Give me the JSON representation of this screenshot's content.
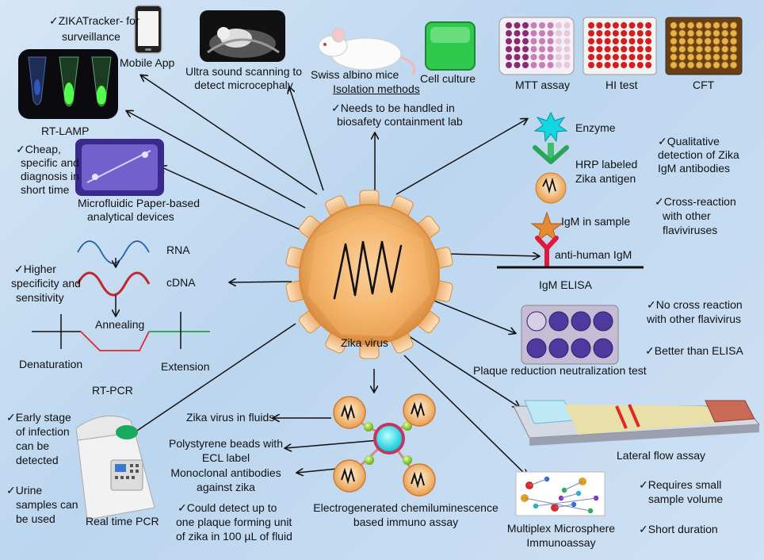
{
  "center": {
    "label": "Zika virus"
  },
  "tl": {
    "zikatracker_1": "✓ZIKATracker- for",
    "zikatracker_2": "surveillance",
    "mobile_app": "Mobile App",
    "ultrasound_1": "Ultra sound scanning to",
    "ultrasound_2": "detect microcephaly",
    "rtlamp": "RT-LAMP",
    "cheap_1": "✓Cheap,",
    "cheap_2": "specific and",
    "cheap_3": "diagnosis in",
    "cheap_4": "short time",
    "micro_1": "Microfluidic Paper-based",
    "micro_2": "analytical devices"
  },
  "top": {
    "mice": "Swiss albino mice",
    "cell": "Cell culture",
    "isolation": "Isolation methods",
    "needs_1": "✓Needs to be handled in",
    "needs_2": "biosafety containment lab",
    "mtt": "MTT assay",
    "hi": "HI test",
    "cft": "CFT"
  },
  "elisa": {
    "enzyme": "Enzyme",
    "hrp_1": "HRP labeled",
    "hrp_2": "Zika antigen",
    "igm_sample": "IgM in sample",
    "anti": "anti-human IgM",
    "title": "IgM ELISA",
    "qual_1": "✓Qualitative",
    "qual_2": "detection of Zika",
    "qual_3": "IgM antibodies",
    "cross_1": "✓Cross-reaction",
    "cross_2": "with other",
    "cross_3": "flaviviruses"
  },
  "prnt": {
    "title": "Plaque reduction neutralization test",
    "no_cross_1": "✓No cross reaction",
    "no_cross_2": "with other flavivirus",
    "better": "✓Better than ELISA"
  },
  "lfa": {
    "title": "Lateral flow assay"
  },
  "mmi": {
    "title_1": "Multiplex Microsphere",
    "title_2": "Immunoassay",
    "req_1": "✓Requires small",
    "req_2": "sample volume",
    "short": "✓Short duration"
  },
  "ecl": {
    "fluids": "Zika virus in fluids",
    "beads_1": "Polystyrene beads with",
    "beads_2": "ECL label",
    "mono_1": "Monoclonal antibodies",
    "mono_2": "against zika",
    "could_1": "✓Could detect up to",
    "could_2": "one plaque forming unit",
    "could_3": "of zika in 100 µL of fluid",
    "title_1": "Electrogenerated chemiluminescence",
    "title_2": "based immuno assay"
  },
  "rtpcr": {
    "higher_1": "✓Higher",
    "higher_2": "specificity and",
    "higher_3": "sensitivity",
    "rna": "RNA",
    "cdna": "cDNA",
    "annealing": "Annealing",
    "denaturation": "Denaturation",
    "extension": "Extension",
    "title": "RT-PCR"
  },
  "realtime": {
    "early_1": "✓Early stage",
    "early_2": "of infection",
    "early_3": "can be",
    "early_4": "detected",
    "urine_1": "✓Urine",
    "urine_2": "samples can",
    "urine_3": "be used",
    "title": "Real time PCR"
  }
}
